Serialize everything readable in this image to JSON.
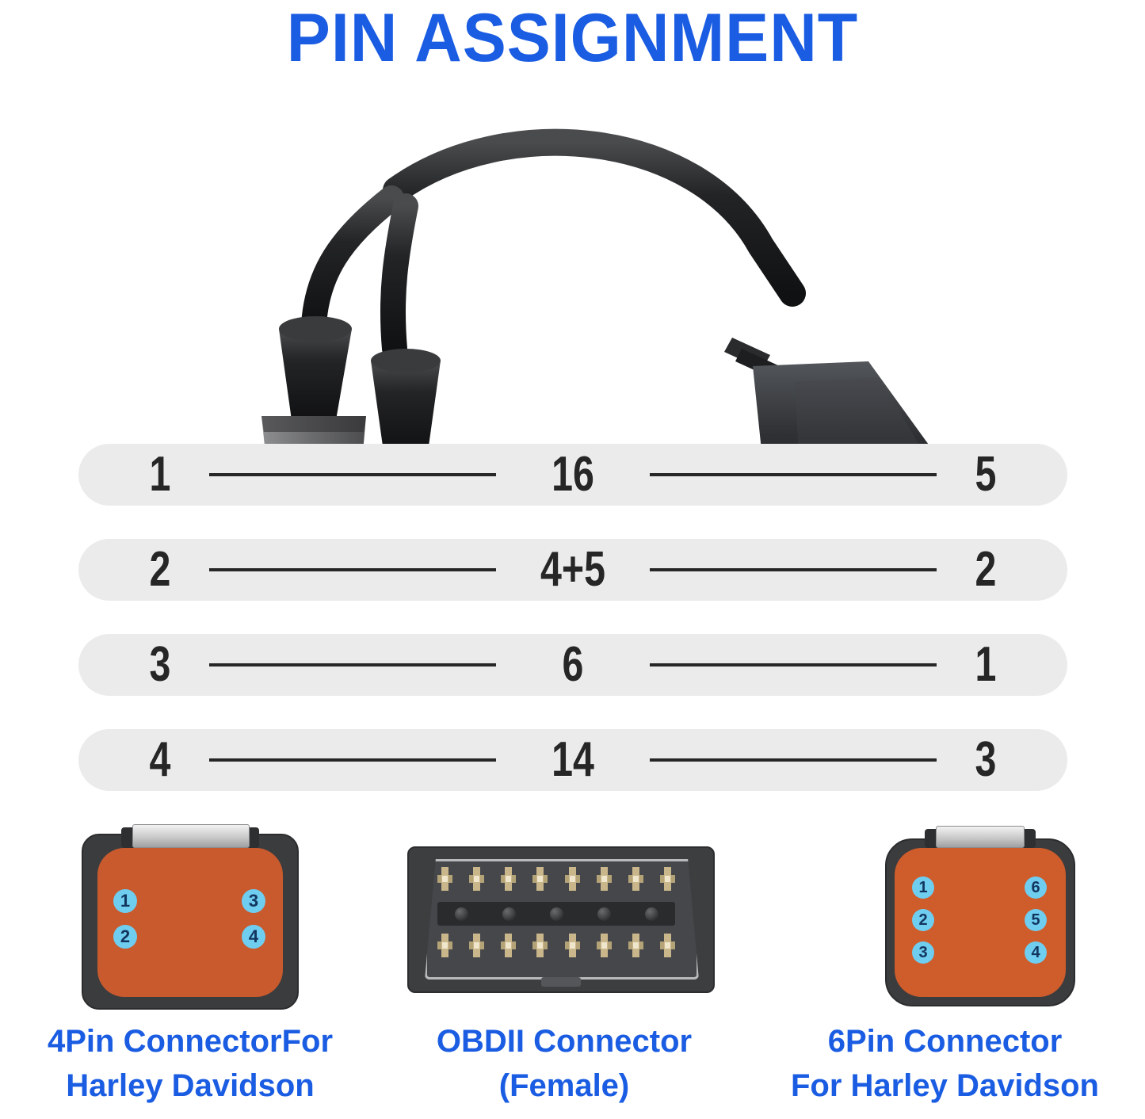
{
  "title": "PIN ASSIGNMENT",
  "colors": {
    "title_blue": "#1a5ce2",
    "pill_gray": "#ebebeb",
    "number_black": "#262626",
    "badge_cyan": "#6fcdef",
    "badge_text": "#12355e",
    "connector_orange": "#e8883f",
    "connector_shell": "#3b3c3e"
  },
  "pin_rows": [
    {
      "left": "1",
      "middle": "16",
      "right": "5"
    },
    {
      "left": "2",
      "middle": "4+5",
      "right": "2"
    },
    {
      "left": "3",
      "middle": "6",
      "right": "1"
    },
    {
      "left": "4",
      "middle": "14",
      "right": "3"
    }
  ],
  "connectors": [
    {
      "id": "4pin",
      "caption_line1": "4Pin ConnectorFor",
      "caption_line2": "Harley Davidson",
      "pin_count": 4,
      "pins_left": [
        "1",
        "2"
      ],
      "pins_right": [
        "3",
        "4"
      ]
    },
    {
      "id": "obdii",
      "caption_line1": "OBDII Connector",
      "caption_line2": "(Female)",
      "pin_count": 16,
      "top_row_pins": 8,
      "bottom_row_pins": 8
    },
    {
      "id": "6pin",
      "caption_line1": "6Pin Connector",
      "caption_line2": "For Harley Davidson",
      "pin_count": 6,
      "pins_left": [
        "1",
        "2",
        "3"
      ],
      "pins_right": [
        "6",
        "5",
        "4"
      ]
    }
  ],
  "photo": {
    "description": "Y-splitter adapter cable photo",
    "items": [
      "4-pin Deutsch connector",
      "6-pin Deutsch connector",
      "OBDII male plug"
    ]
  }
}
